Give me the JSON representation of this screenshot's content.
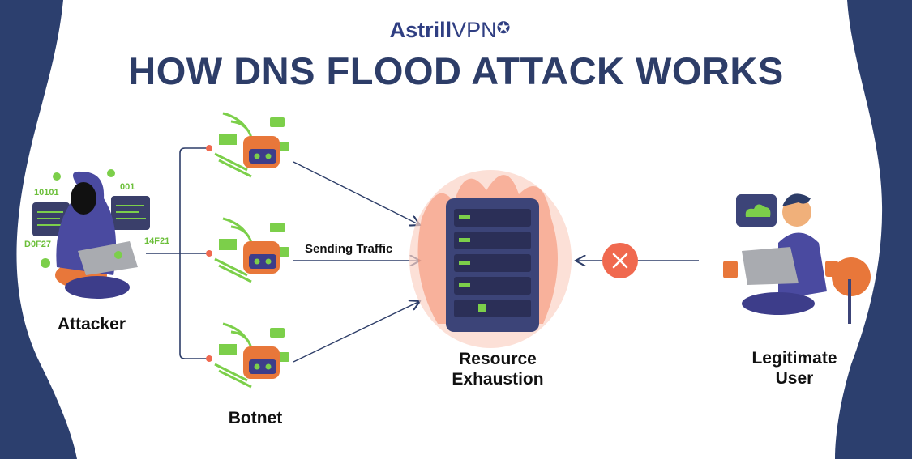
{
  "logo": {
    "brand_bold": "Astrill",
    "brand_thin": "VPN"
  },
  "title": "HOW DNS FLOOD ATTACK WORKS",
  "nodes": {
    "attacker": "Attacker",
    "botnet": "Botnet",
    "server_line1": "Resource",
    "server_line2": "Exhaustion",
    "user_line1": "Legitimate",
    "user_line2": "User"
  },
  "edge_label": "Sending Traffic",
  "attacker_codes": [
    "10101",
    "001",
    "D0F27",
    "14F21"
  ],
  "colors": {
    "navy": "#2d3d68",
    "accent_red": "#f0694f",
    "bot_orange": "#e8773a",
    "green": "#7ccf4a",
    "hoodie": "#4a4aa0"
  },
  "blocked_icon": "x-circle-icon"
}
